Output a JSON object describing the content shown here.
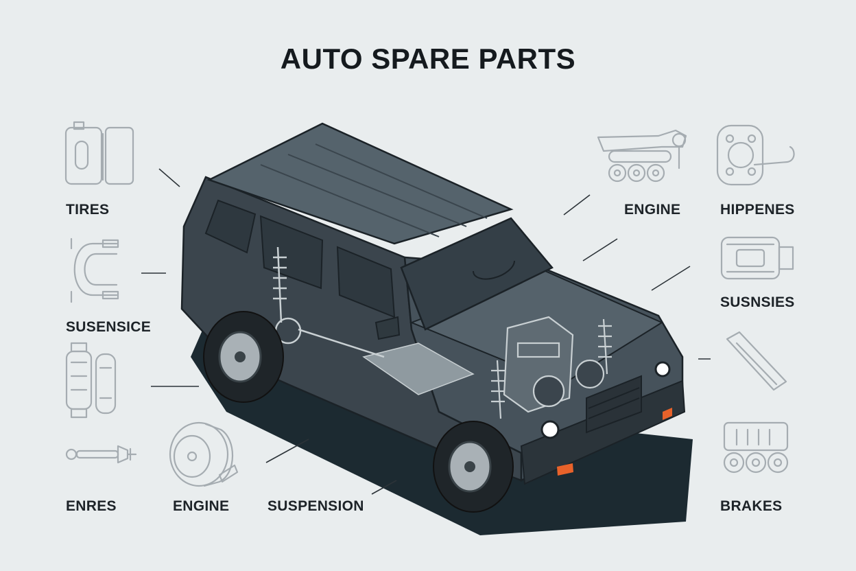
{
  "title": "AUTO SPARE PARTS",
  "labels": {
    "tires": "TIRES",
    "susensice": "SUSENSICE",
    "enres": "ENRES",
    "engine_bottom": "ENGINE",
    "suspension": "SUSPENSION",
    "engine_top": "ENGINE",
    "hippenes": "HIPPENES",
    "susnsies": "SUSNSIES",
    "brakes": "BRAKES"
  },
  "colors": {
    "background": "#e9edee",
    "car_body": "#3f4a52",
    "car_roof": "#4f5c65",
    "shadow": "#1c2a31",
    "icon_stroke": "#a5acb1",
    "indicator": "#e8622a"
  }
}
